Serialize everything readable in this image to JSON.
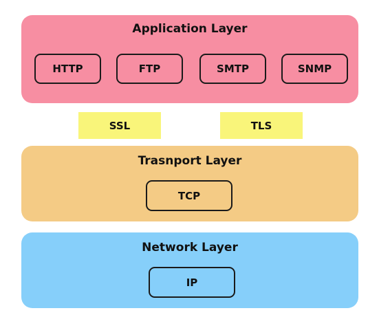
{
  "colors": {
    "application_layer": "#f78ea2",
    "security_box": "#f9f57a",
    "transport_layer": "#f4cb85",
    "network_layer": "#86cffa",
    "protocol_border": "#1a1a1a"
  },
  "application_layer": {
    "title": "Application Layer",
    "protocols": [
      "HTTP",
      "FTP",
      "SMTP",
      "SNMP"
    ]
  },
  "security": {
    "ssl": "SSL",
    "tls": "TLS"
  },
  "transport_layer": {
    "title": "Trasnport Layer",
    "protocols": [
      "TCP"
    ]
  },
  "network_layer": {
    "title": "Network Layer",
    "protocols": [
      "IP"
    ]
  }
}
